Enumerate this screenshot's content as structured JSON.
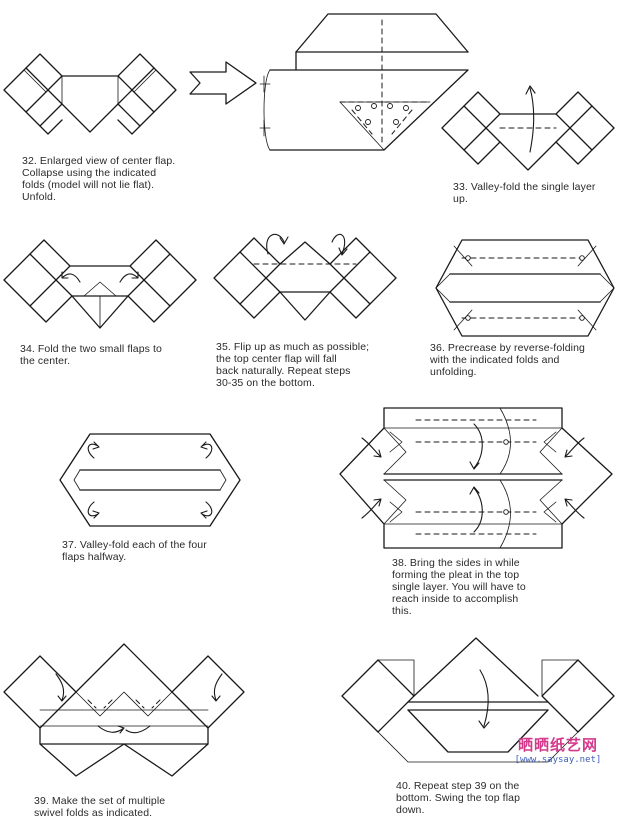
{
  "steps": [
    {
      "id": "32",
      "caption": "32. Enlarged view of center flap.\n      Collapse using the indicated\n      folds (model will not lie flat).\n      Unfold."
    },
    {
      "id": "33",
      "caption": "33. Valley-fold the single layer\n      up."
    },
    {
      "id": "34",
      "caption": "34. Fold the two small flaps to\n      the center."
    },
    {
      "id": "35",
      "caption": "35. Flip up as much as possible;\n      the top center flap will fall\n      back naturally. Repeat steps\n      30-35 on the bottom."
    },
    {
      "id": "36",
      "caption": "36. Precrease by reverse-folding\n      with the indicated folds and\n      unfolding."
    },
    {
      "id": "37",
      "caption": "37. Valley-fold each of the four\n      flaps halfway."
    },
    {
      "id": "38",
      "caption": "38. Bring the sides in while\n      forming the pleat in the top\n      single layer. You will have to\n      reach inside to accomplish\n      this."
    },
    {
      "id": "39",
      "caption": "39. Make the set of multiple\n      swivel folds as indicated."
    },
    {
      "id": "40",
      "caption": "40. Repeat step 39 on the\n      bottom. Swing the top flap\n      down."
    }
  ],
  "watermark": {
    "logo": "晒晒纸艺网",
    "url": "[www.saysay.net]"
  },
  "colors": {
    "ink": "#1a1a1a",
    "logo": "#d43a8c",
    "url": "#3d5fb8"
  }
}
